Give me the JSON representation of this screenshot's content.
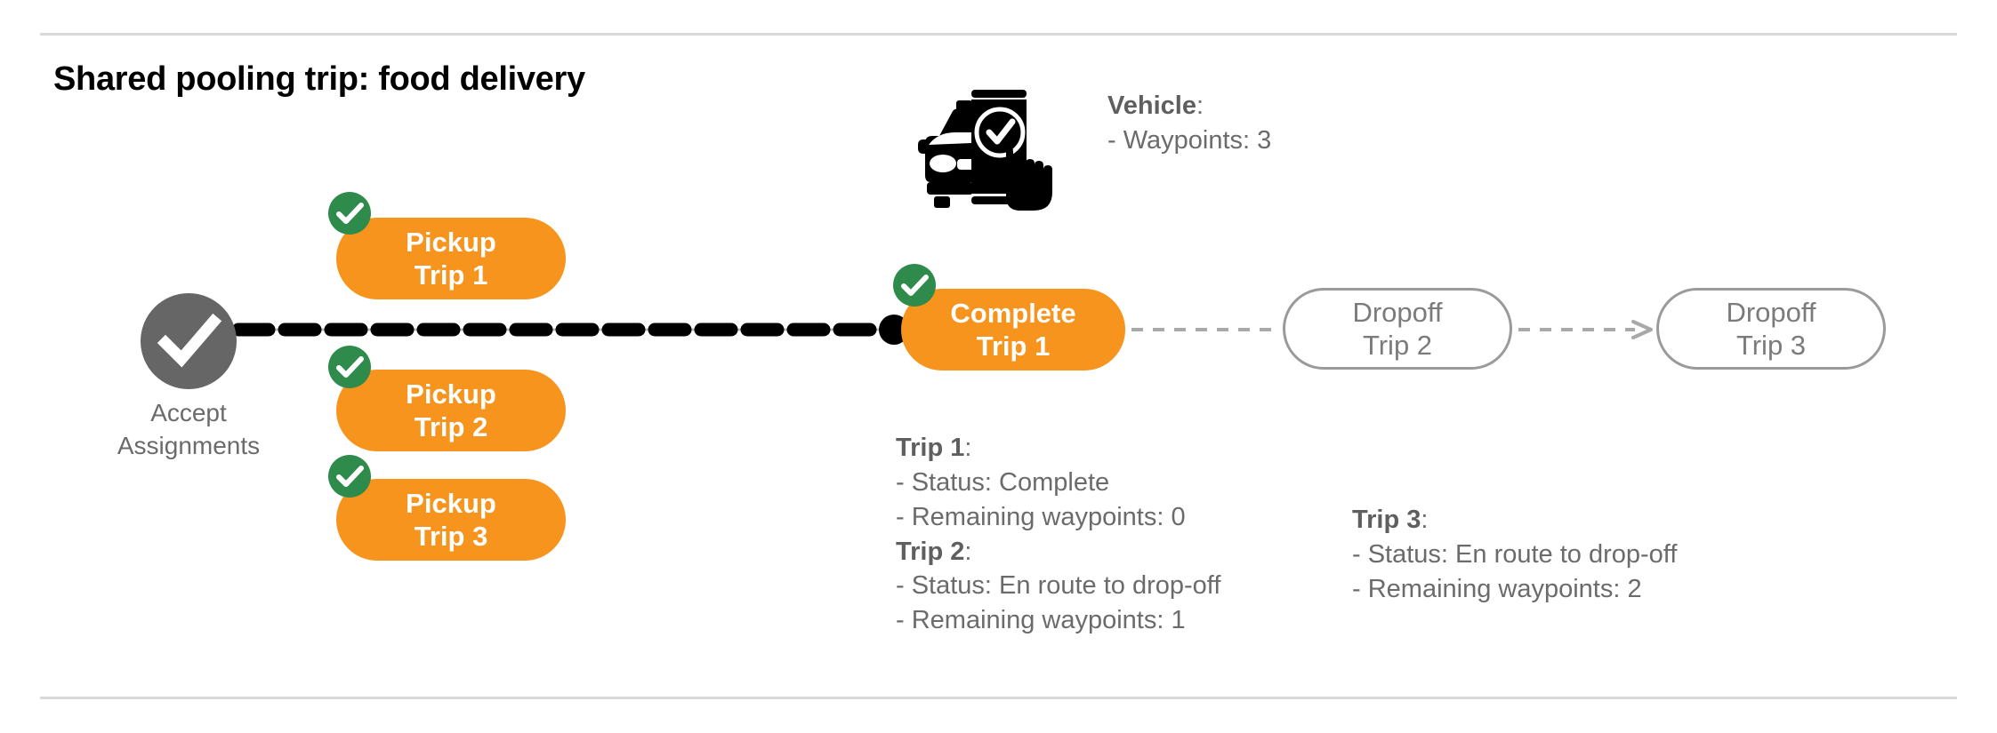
{
  "slide": {
    "title": "Shared pooling trip: food delivery"
  },
  "vehicle": {
    "icon": "car-phone-check-icon",
    "label": "Vehicle",
    "colon": ":",
    "waypoints_line": "- Waypoints: 3"
  },
  "accept": {
    "icon": "check-circle-icon",
    "label_line1": "Accept",
    "label_line2": "Assignments"
  },
  "nodes": [
    {
      "id": "pickup-1",
      "line1": "Pickup",
      "line2": "Trip 1",
      "style": "filled",
      "badge": "check-badge-icon"
    },
    {
      "id": "pickup-2",
      "line1": "Pickup",
      "line2": "Trip 2",
      "style": "filled",
      "badge": "check-badge-icon"
    },
    {
      "id": "pickup-3",
      "line1": "Pickup",
      "line2": "Trip 3",
      "style": "filled",
      "badge": "check-badge-icon"
    },
    {
      "id": "complete-1",
      "line1": "Complete",
      "line2": "Trip 1",
      "style": "filled",
      "badge": "check-badge-icon"
    },
    {
      "id": "dropoff-2",
      "line1": "Dropoff",
      "line2": "Trip 2",
      "style": "outlined",
      "badge": null
    },
    {
      "id": "dropoff-3",
      "line1": "Dropoff",
      "line2": "Trip 3",
      "style": "outlined",
      "badge": null
    }
  ],
  "details_left": {
    "trip1_label": "Trip 1",
    "trip1_colon": ":",
    "trip1_status": "- Status:  Complete",
    "trip1_waypoints": "- Remaining waypoints: 0",
    "trip2_label": "Trip 2",
    "trip2_colon": ":",
    "trip2_status": "- Status:  En route to drop-off",
    "trip2_waypoints": "- Remaining waypoints: 1"
  },
  "details_right": {
    "trip3_label": "Trip 3",
    "trip3_colon": ":",
    "trip3_status": "- Status:  En route to drop-off",
    "trip3_waypoints": "- Remaining waypoints: 2"
  },
  "colors": {
    "orange": "#f6941d",
    "green": "#2f8b4c",
    "gray_node": "#666666",
    "gray_text": "#6b6b6b",
    "gray_outline": "#9a9a9a",
    "divider": "#d9d9d9",
    "black": "#000000"
  }
}
